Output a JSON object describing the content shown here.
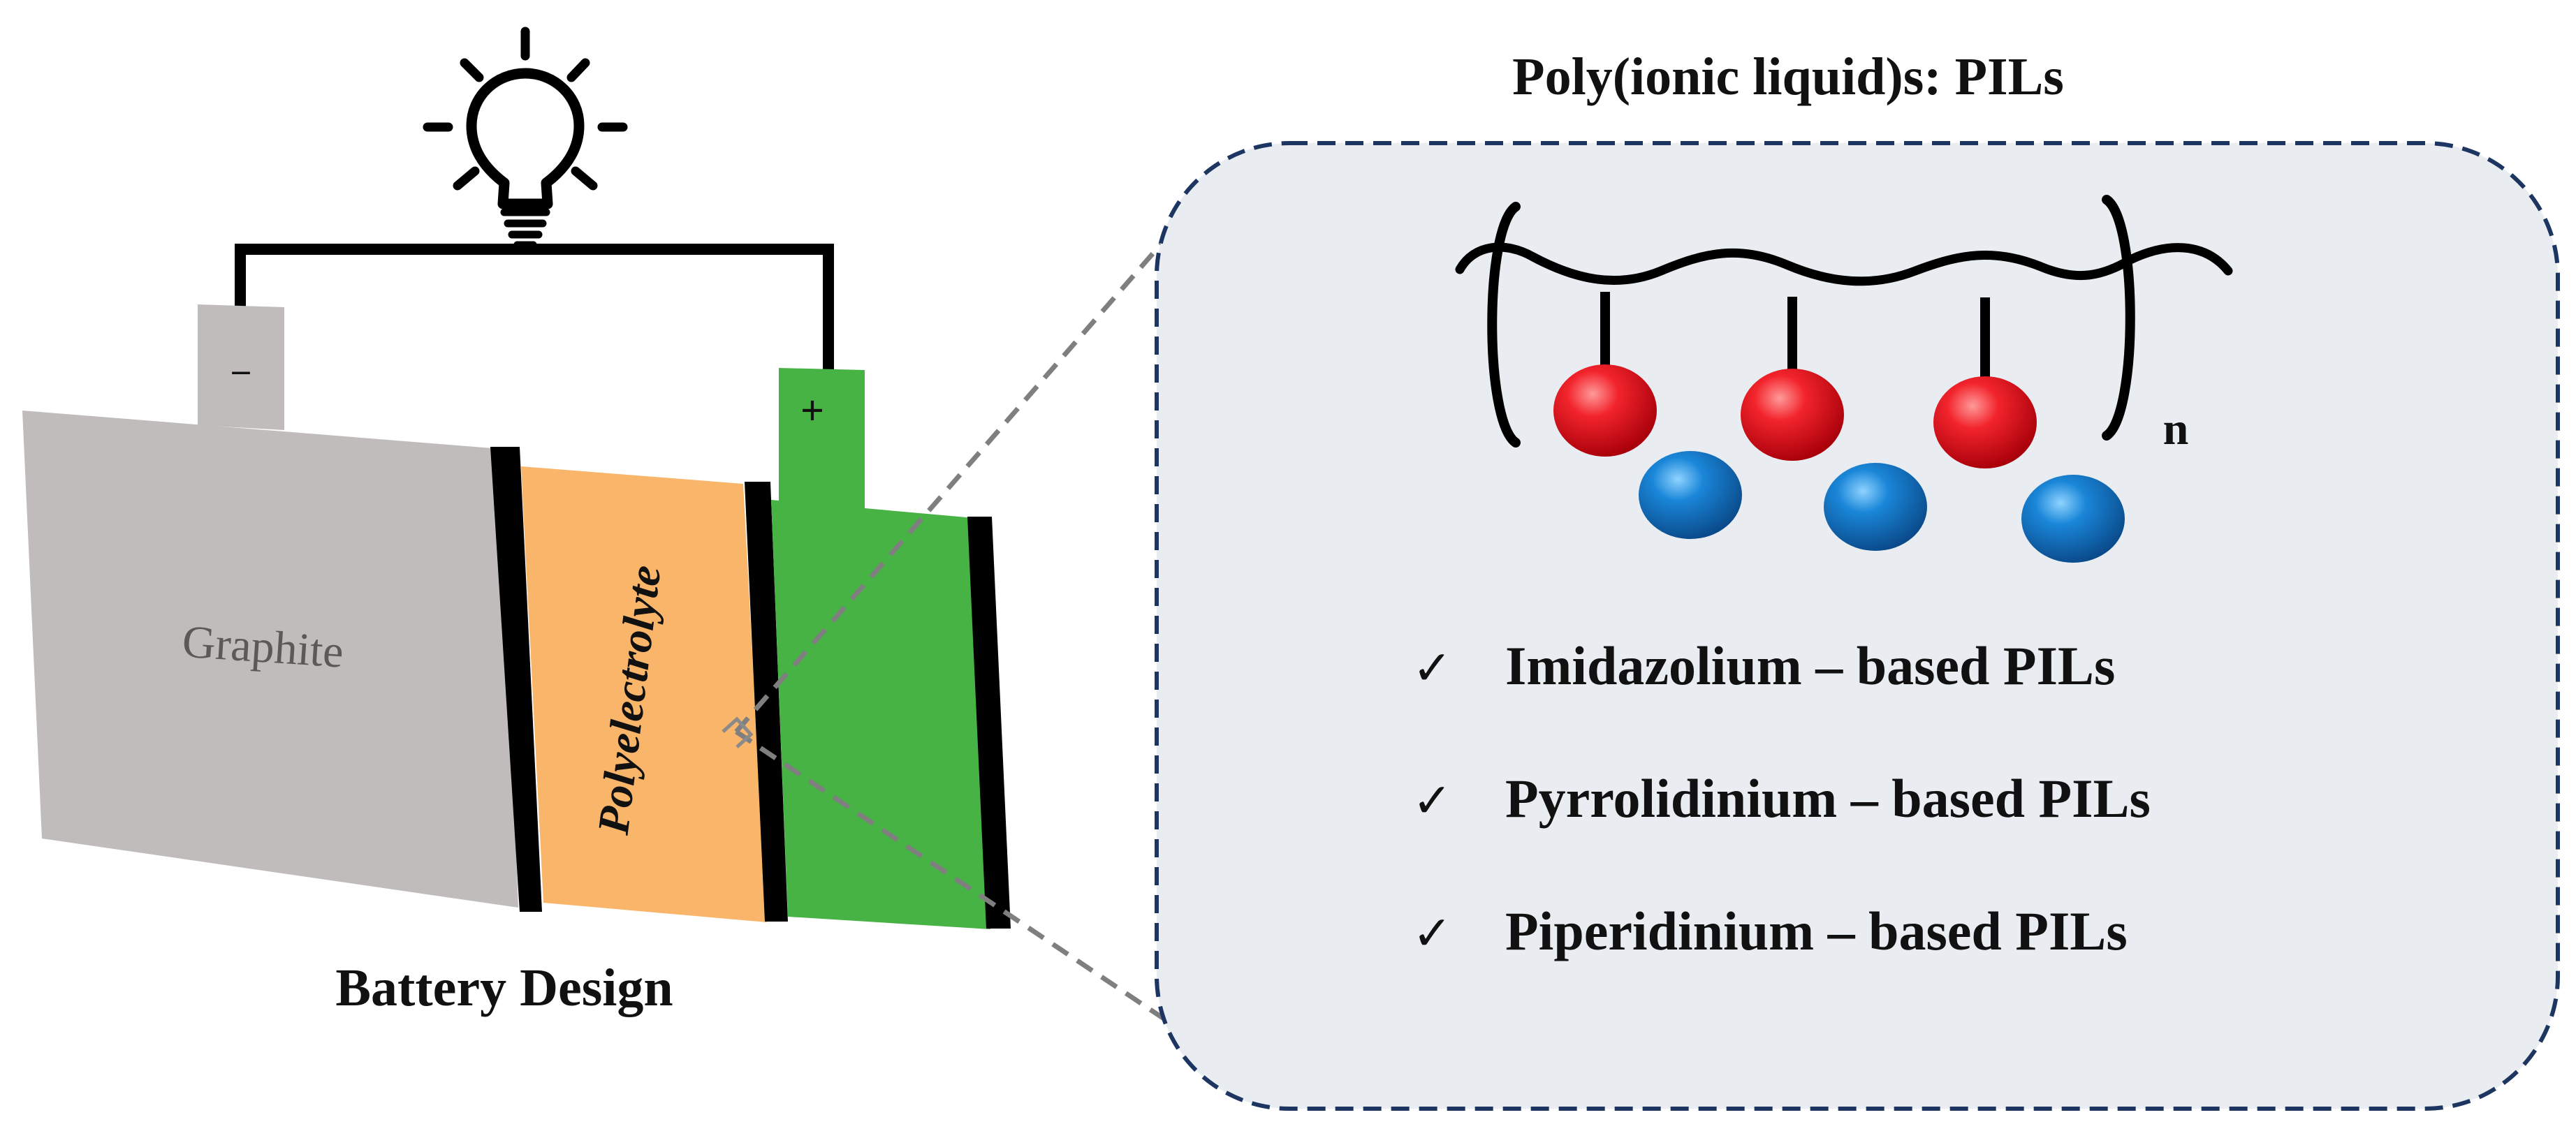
{
  "battery": {
    "caption": "Battery Design",
    "anode_label": "Graphite",
    "electrolyte_label": "Polyelectrolyte",
    "negative_terminal": "–",
    "positive_terminal": "+"
  },
  "pil_panel": {
    "title": "Poly(ionic liquid)s: PILs",
    "subscript": "n",
    "items": [
      {
        "check": "✓",
        "text": "Imidazolium – based PILs"
      },
      {
        "check": "✓",
        "text": "Pyrrolidinium – based PILs"
      },
      {
        "check": "✓",
        "text": "Piperidinium – based PILs"
      }
    ]
  },
  "colors": {
    "anode": "#c0bcbb",
    "electrolyte": "#f9b56a",
    "cathode": "#47b344",
    "panel_fill": "#e9edf2",
    "panel_border": "#1c3561",
    "cation": "#e8101b",
    "anion": "#1876c8"
  },
  "icons": [
    "light-bulb-icon",
    "check-icon"
  ]
}
